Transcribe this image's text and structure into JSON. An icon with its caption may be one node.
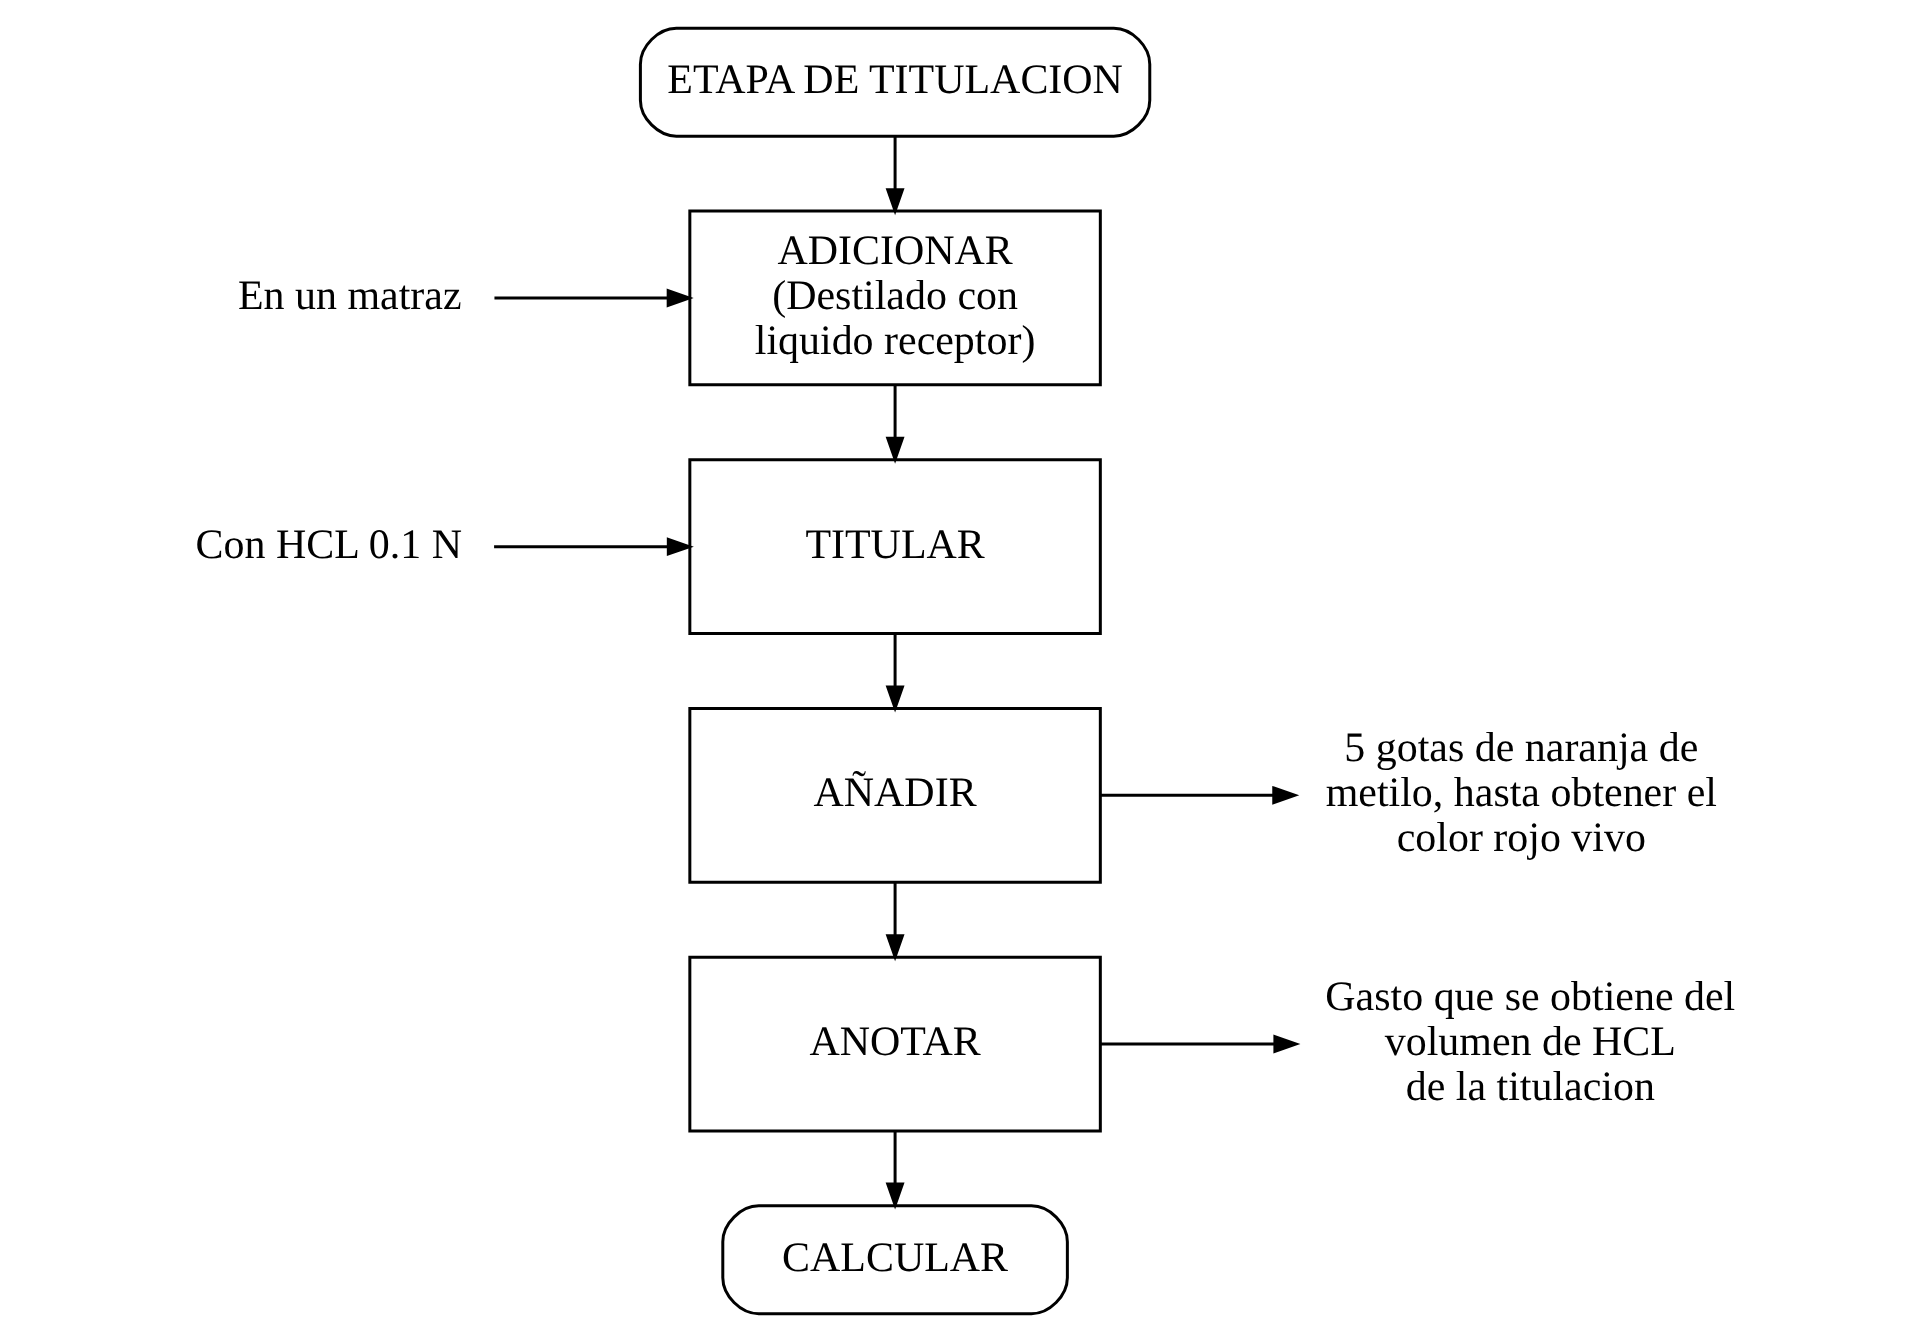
{
  "diagram": {
    "nodes": [
      {
        "text": [
          "ETAPA DE TITULACION"
        ]
      },
      {
        "text": [
          "ADICIONAR",
          "(Destilado con liquido receptor)"
        ]
      },
      {
        "text": [
          "En un matraz"
        ]
      },
      {
        "text": [
          "TITULAR"
        ]
      },
      {
        "text": [
          "Con HCL 0.1 N"
        ]
      },
      {
        "text": [
          "AÑADIR"
        ]
      },
      {
        "text": [
          "5 gotas de naranja de metilo, hasta obtener el color rojo vivo"
        ]
      },
      {
        "text": [
          "ANOTAR"
        ]
      },
      {
        "text": [
          "Gasto que se obtiene del volumen de HCL de la titulacion"
        ]
      },
      {
        "text": [
          "CALCULAR"
        ]
      }
    ],
    "edges": [
      {
        "from": 0,
        "to": 1,
        "arrow": "to"
      },
      {
        "from": 2,
        "to": 1,
        "arrow": "to"
      },
      {
        "from": 1,
        "to": 3,
        "arrow": "to"
      },
      {
        "from": 4,
        "to": 3,
        "arrow": "to"
      },
      {
        "from": 3,
        "to": 5,
        "arrow": "to"
      },
      {
        "from": 5,
        "to": 6,
        "arrow": "to"
      },
      {
        "from": 5,
        "to": 7,
        "arrow": "to"
      },
      {
        "from": 7,
        "to": 8,
        "arrow": "to"
      },
      {
        "from": 7,
        "to": 9,
        "arrow": "to"
      }
    ]
  }
}
